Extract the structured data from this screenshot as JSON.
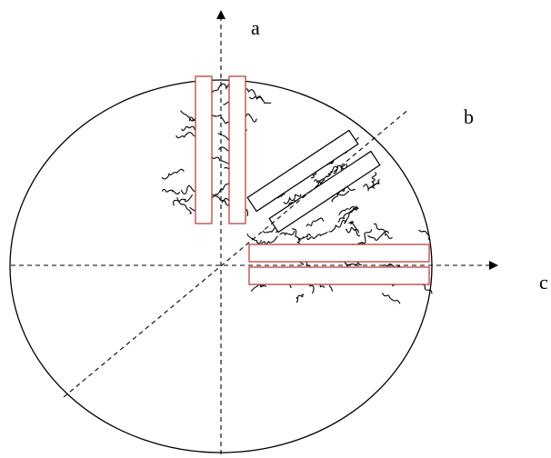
{
  "diagram": {
    "labels": {
      "a": "a",
      "b": "b",
      "c": "c"
    },
    "colors": {
      "line": "#000000",
      "strip_outline": "#c0504d",
      "diagonal_strip_outline": "#000000",
      "background": "#ffffff"
    },
    "elements": {
      "outline": "circle",
      "axes": [
        "vertical-arrow-a",
        "diagonal-dashed-b",
        "horizontal-arrow-c"
      ],
      "strip_groups": [
        "vertical",
        "diagonal",
        "horizontal"
      ],
      "texture": "fiber-scribbles"
    }
  }
}
